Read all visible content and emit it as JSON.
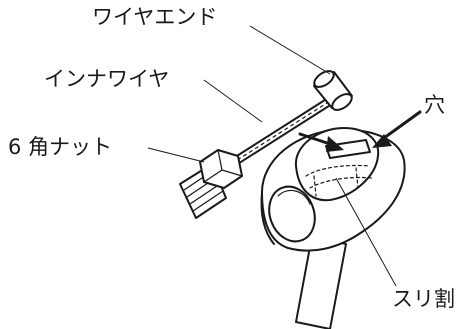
{
  "labels": {
    "wire_end": "ワイヤエンド",
    "inner_wire": "インナワイヤ",
    "hex_nut": "6 角ナット",
    "hole": "穴",
    "slit": "スリ割"
  },
  "colors": {
    "ink": "#1a1a1a",
    "background": "#ffffff"
  }
}
